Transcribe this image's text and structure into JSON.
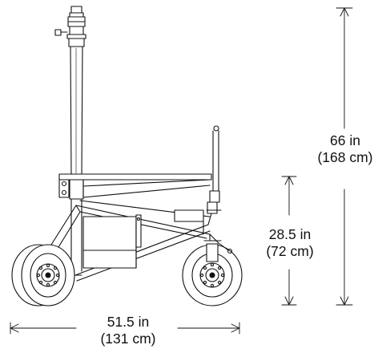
{
  "dimensions": {
    "overall_height": {
      "imperial": "66 in",
      "metric": "(168 cm)"
    },
    "platform_height": {
      "imperial": "28.5 in",
      "metric": "(72 cm)"
    },
    "wheelbase_length": {
      "imperial": "51.5 in",
      "metric": "(131 cm)"
    }
  },
  "colors": {
    "line": "#111111",
    "wheel_fill": "#ffffff",
    "background": "#ffffff"
  }
}
